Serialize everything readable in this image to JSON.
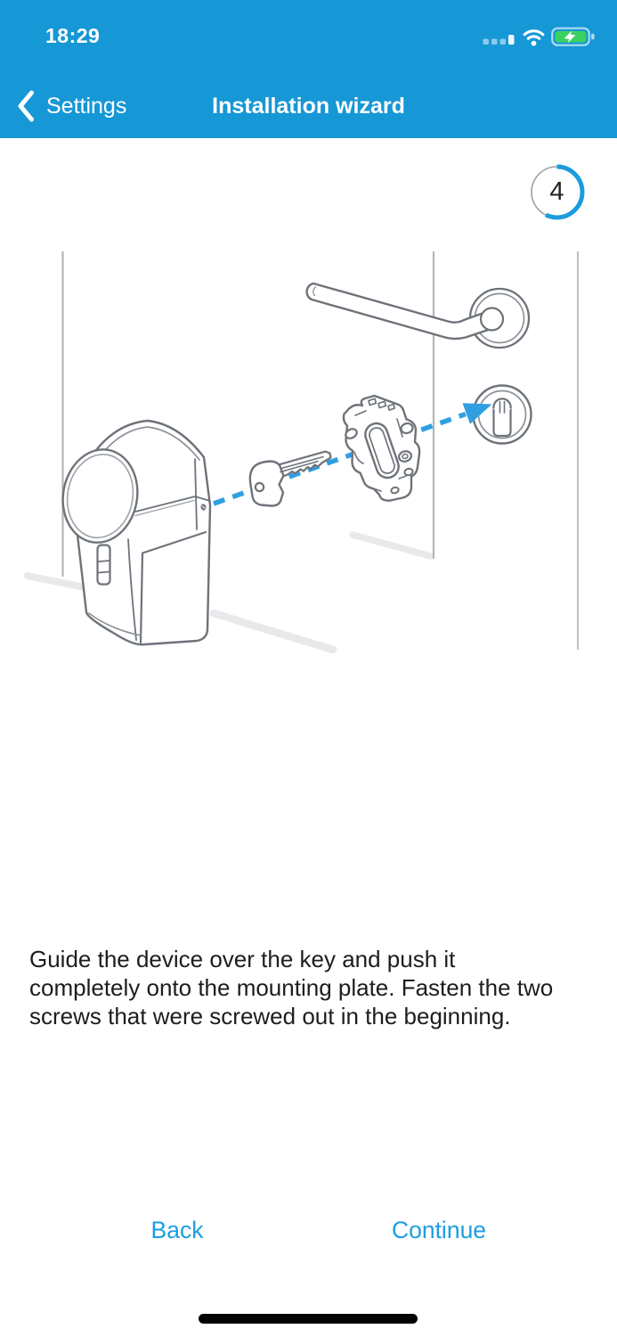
{
  "status_bar": {
    "time": "18:29"
  },
  "nav_bar": {
    "back_label": "Settings",
    "title": "Installation wizard"
  },
  "wizard": {
    "step_number": "4",
    "progress_percent": 57
  },
  "instruction": "Guide the device over the key and push it completely onto the mounting plate. Fasten the two screws that were screwed out in the beginning.",
  "footer": {
    "back_label": "Back",
    "continue_label": "Continue"
  },
  "icons": {
    "cellular": "cellular-signal-icon",
    "wifi": "wifi-icon",
    "battery": "battery-charging-icon",
    "nav_back": "chevron-left-icon",
    "arrow": "insertion-arrow-icon"
  },
  "illustration": {
    "alt": "Exploded line drawing: smart lock device, key and mounting plate aligned on a dashed arrow pointing into the door key cylinder below the door handle"
  },
  "colors": {
    "header_blue": "#1697d6",
    "link_blue": "#1b9fe0",
    "progress_blue": "#1b9cdd",
    "arrow_blue": "#2f9fe1",
    "battery_green": "#3ad160",
    "text_dark": "#1d1d1f",
    "lineart_gray": "#6e737a"
  }
}
